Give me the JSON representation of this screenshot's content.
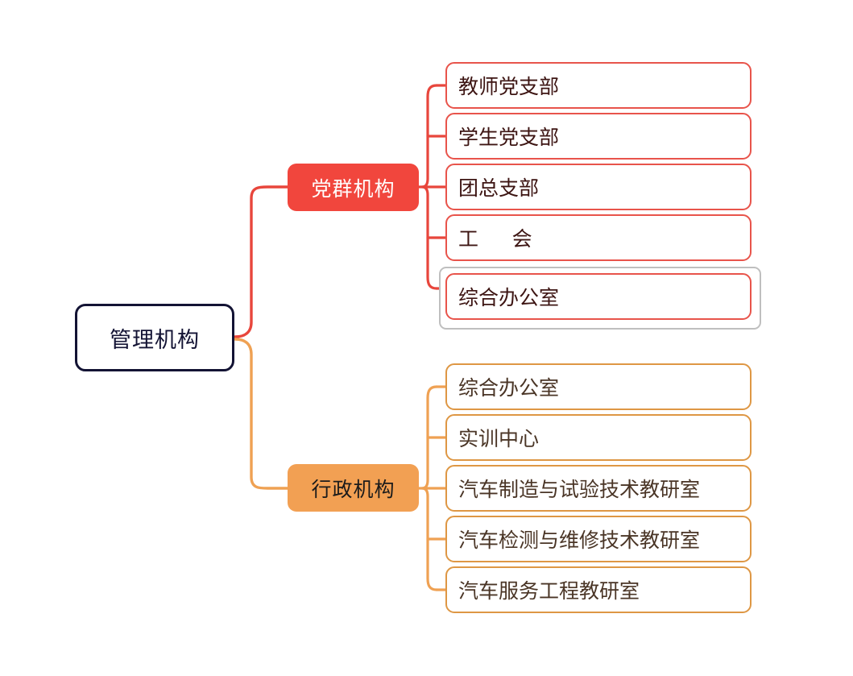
{
  "diagram": {
    "type": "mindmap",
    "title": "管理机构",
    "orientation": "left-to-right",
    "root": {
      "label": "管理机构",
      "text_color": "#131334",
      "border_color": "#131334",
      "fill": "#FFFFFF"
    },
    "branches": [
      {
        "label": "党群机构",
        "fill": "#F1463D",
        "text_color": "#FFFFFF",
        "line_color": "#E8463C",
        "leaf_border": "#E8544B",
        "leaf_text_color": "#3D1513",
        "children": [
          {
            "label": "教师党支部",
            "selected": false
          },
          {
            "label": "学生党支部",
            "selected": false
          },
          {
            "label": "团总支部",
            "selected": false
          },
          {
            "label": "工      会",
            "selected": false
          },
          {
            "label": "综合办公室",
            "selected": true
          }
        ]
      },
      {
        "label": "行政机构",
        "fill": "#F2A053",
        "text_color": "#1B1B1B",
        "line_color": "#EFA153",
        "leaf_border": "#DE9744",
        "leaf_text_color": "#4A3526",
        "children": [
          {
            "label": "综合办公室",
            "selected": false
          },
          {
            "label": "实训中心",
            "selected": false
          },
          {
            "label": "汽车制造与试验技术教研室",
            "selected": false
          },
          {
            "label": "汽车检测与维修技术教研室",
            "selected": false
          },
          {
            "label": "汽车服务工程教研室",
            "selected": false
          }
        ]
      }
    ],
    "selection_outline_color": "#BFBFBF",
    "background": "#FFFFFF"
  }
}
